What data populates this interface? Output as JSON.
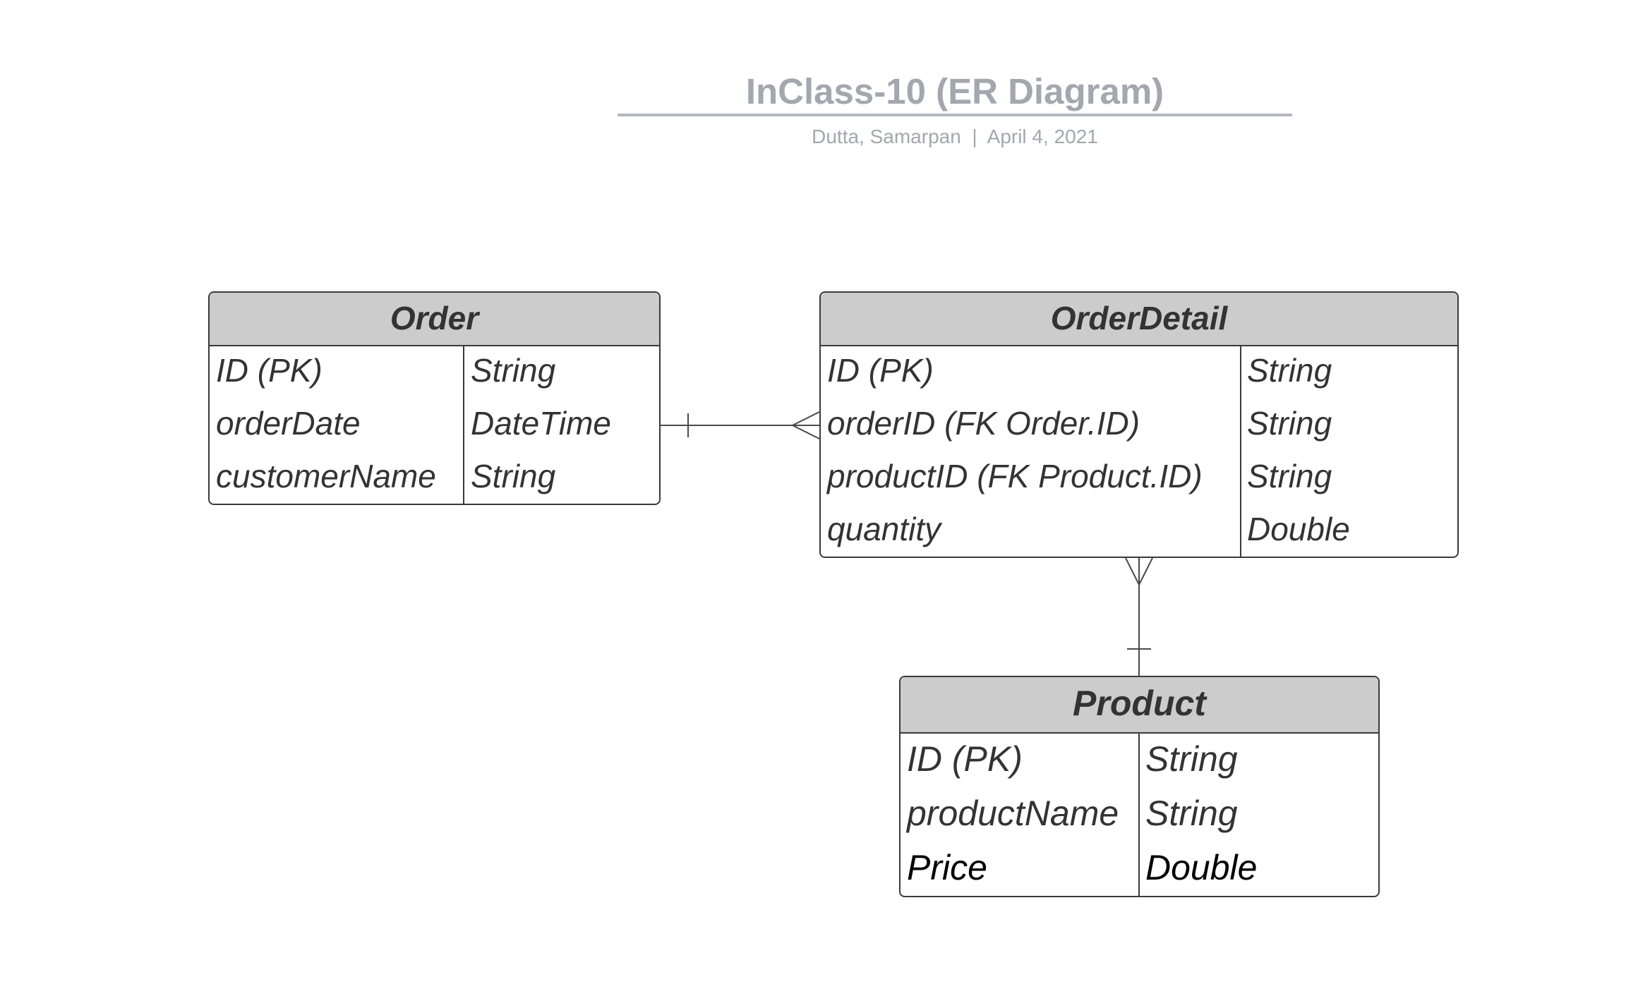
{
  "title": "InClass-10 (ER Diagram)",
  "subtitle": "Dutta, Samarpan  |  April 4, 2021",
  "colors": {
    "title_text": "#a3a7ae",
    "header_fill": "#cccccc",
    "border": "#3a3a3a",
    "body_text": "#333333"
  },
  "entities": {
    "order": {
      "name": "Order",
      "attributes": [
        {
          "name": "ID (PK)",
          "type": "String"
        },
        {
          "name": "orderDate",
          "type": "DateTime"
        },
        {
          "name": "customerName",
          "type": "String"
        }
      ]
    },
    "orderdetail": {
      "name": "OrderDetail",
      "attributes": [
        {
          "name": "ID (PK)",
          "type": "String"
        },
        {
          "name": "orderID (FK Order.ID)",
          "type": "String"
        },
        {
          "name": "productID (FK Product.ID)",
          "type": "String"
        },
        {
          "name": "quantity",
          "type": "Double"
        }
      ]
    },
    "product": {
      "name": "Product",
      "attributes": [
        {
          "name": "ID (PK)",
          "type": "String"
        },
        {
          "name": "productName",
          "type": "String"
        },
        {
          "name": "Price",
          "type": "Double"
        }
      ]
    }
  },
  "relationships": [
    {
      "from": "Order",
      "from_cardinality": "one",
      "to": "OrderDetail",
      "to_cardinality": "many"
    },
    {
      "from": "Product",
      "from_cardinality": "one",
      "to": "OrderDetail",
      "to_cardinality": "many"
    }
  ]
}
